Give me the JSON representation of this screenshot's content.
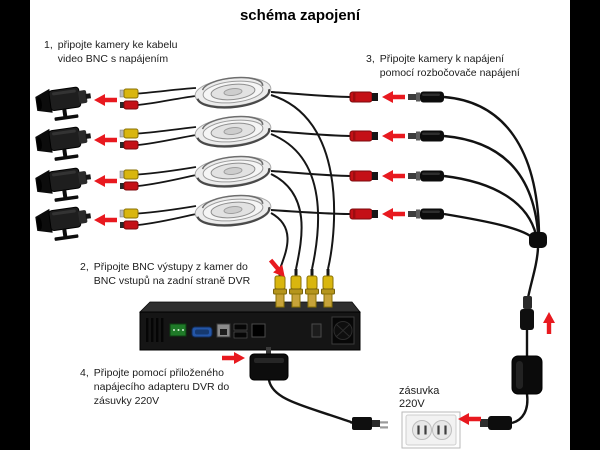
{
  "title": "schéma zapojení",
  "notes": {
    "step1": {
      "num": "1,",
      "line1": "připojte kamery ke kabelu",
      "line2": "video BNC s napájením"
    },
    "step2": {
      "num": "2,",
      "line1": "Připojte BNC výstupy z kamer do",
      "line2": "BNC vstupů na zadní straně DVR"
    },
    "step3": {
      "num": "3,",
      "line1": "Připojte kamery k napájení",
      "line2": "pomocí rozbočovače napájení"
    },
    "step4": {
      "num": "4,",
      "line1": "Připojte pomocí přiloženého",
      "line2": "napájecího adapteru DVR do",
      "line3": "zásuvky 220V"
    }
  },
  "outlet": {
    "label_line1": "zásuvka",
    "label_line2": "220V"
  },
  "colors": {
    "arrow_red": "#e8191f",
    "bnc_yellow": "#d9b60e",
    "power_connector_red": "#c41016",
    "cable_black": "#161616",
    "letterbox_black": "#000000"
  }
}
